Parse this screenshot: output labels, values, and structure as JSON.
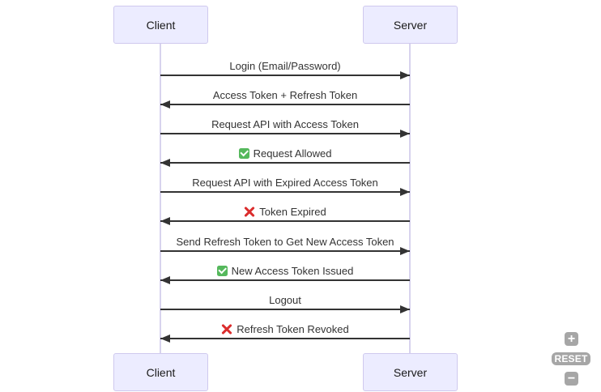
{
  "diagram": {
    "type": "sequence",
    "actors": {
      "client": "Client",
      "server": "Server"
    },
    "messages": [
      {
        "text": "Login (Email/Password)",
        "from": "client",
        "to": "server",
        "icon": "none"
      },
      {
        "text": "Access Token + Refresh Token",
        "from": "server",
        "to": "client",
        "icon": "none"
      },
      {
        "text": "Request API with Access Token",
        "from": "client",
        "to": "server",
        "icon": "none"
      },
      {
        "text": "Request Allowed",
        "from": "server",
        "to": "client",
        "icon": "check-emoji"
      },
      {
        "text": "Request API with Expired Access Token",
        "from": "client",
        "to": "server",
        "icon": "none"
      },
      {
        "text": "Token Expired",
        "from": "server",
        "to": "client",
        "icon": "cross-emoji"
      },
      {
        "text": "Send Refresh Token to Get New Access Token",
        "from": "client",
        "to": "server",
        "icon": "none"
      },
      {
        "text": "New Access Token Issued",
        "from": "server",
        "to": "client",
        "icon": "check-emoji"
      },
      {
        "text": "Logout",
        "from": "client",
        "to": "server",
        "icon": "none"
      },
      {
        "text": "Refresh Token Revoked",
        "from": "server",
        "to": "client",
        "icon": "cross-emoji"
      }
    ]
  },
  "controls": {
    "zoom_in_label": "+",
    "reset_label": "RESET",
    "zoom_out_label": "−"
  },
  "colors": {
    "actor_fill": "#ECECFF",
    "actor_border": "#CFC9EE",
    "actor_text": "#1A1A1A",
    "lifeline": "#D8D3EE",
    "arrow": "#333333",
    "message_text": "#333333",
    "check_green": "#55B85C",
    "cross_red": "#DB2D2D",
    "control_bg": "#A6A6A6",
    "control_text": "#FFFFFF"
  }
}
